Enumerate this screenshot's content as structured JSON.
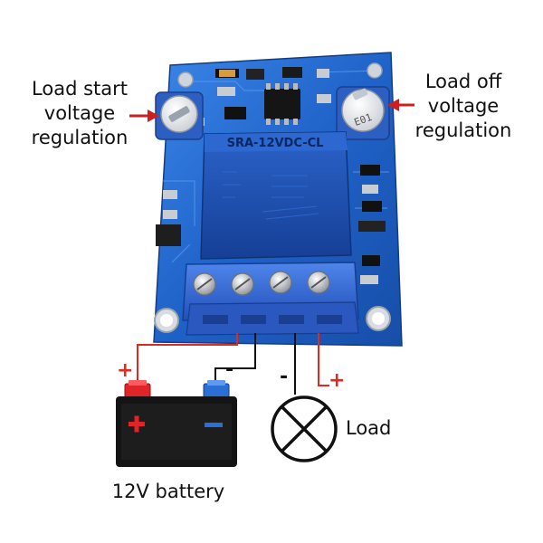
{
  "annotations": {
    "load_start": [
      "Load start",
      "voltage",
      "regulation"
    ],
    "load_off": [
      "Load off",
      "voltage",
      "regulation"
    ],
    "battery_caption": "12V battery",
    "load_caption": "Load"
  },
  "polarity": {
    "plus": "+",
    "minus": "-"
  },
  "relay_marking": "SRA-12VDC-CL",
  "pot_marking": "E01",
  "colors": {
    "board": "#1f62c8",
    "terminal": "#2e66d6",
    "relay": "#1b4fb0",
    "wire_positive": "#e02a1e",
    "wire_negative": "#111111",
    "arrow": "#cc2020",
    "battery_body": "#141414",
    "battery_pos_terminal": "#e0242a",
    "battery_neg_terminal": "#2a6fd6"
  }
}
